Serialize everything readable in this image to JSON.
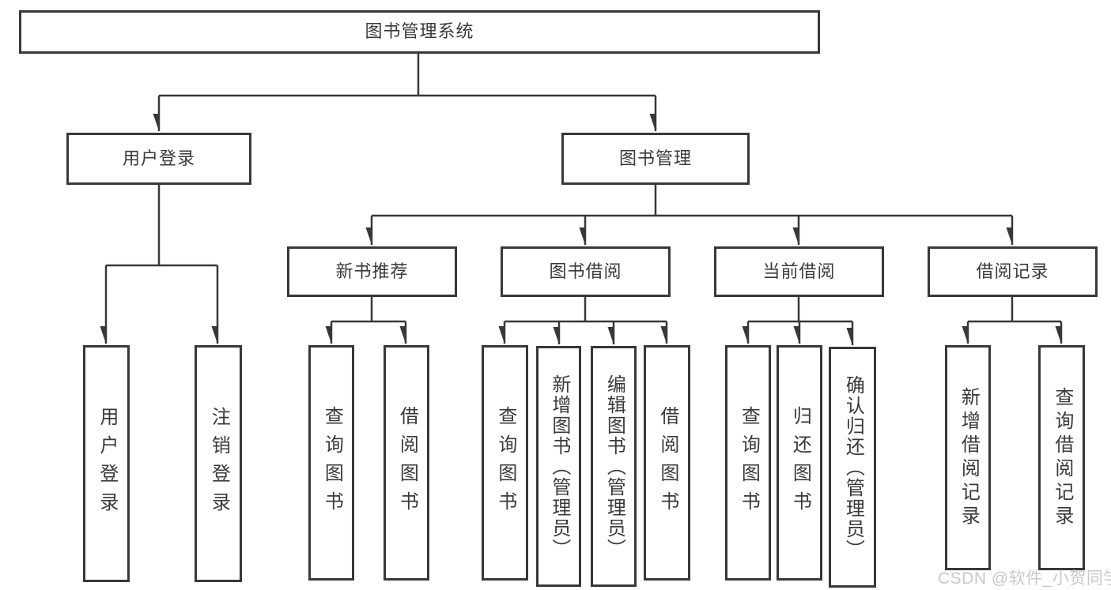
{
  "diagram_title": "图书管理系统",
  "tree": {
    "label": "图书管理系统",
    "children": [
      {
        "label": "用户登录",
        "children": [
          {
            "label": "用户登录"
          },
          {
            "label": "注销登录"
          }
        ]
      },
      {
        "label": "图书管理",
        "children": [
          {
            "label": "新书推荐",
            "children": [
              {
                "label": "查询图书"
              },
              {
                "label": "借阅图书"
              }
            ]
          },
          {
            "label": "图书借阅",
            "children": [
              {
                "label": "查询图书"
              },
              {
                "label": "新增图书（管理员）"
              },
              {
                "label": "编辑图书（管理员）"
              },
              {
                "label": "借阅图书"
              }
            ]
          },
          {
            "label": "当前借阅",
            "children": [
              {
                "label": "查询图书"
              },
              {
                "label": "归还图书"
              },
              {
                "label": "确认归还（管理员）"
              }
            ]
          },
          {
            "label": "借阅记录",
            "children": [
              {
                "label": "新增借阅记录"
              },
              {
                "label": "查询借阅记录"
              }
            ]
          }
        ]
      }
    ]
  },
  "watermark": "CSDN @软件_小贺同学",
  "colors": {
    "line": "#383838",
    "box_border": "#383838",
    "text": "#3a3a3a",
    "watermark": "#c9c9c9",
    "background": "#ffffff"
  }
}
